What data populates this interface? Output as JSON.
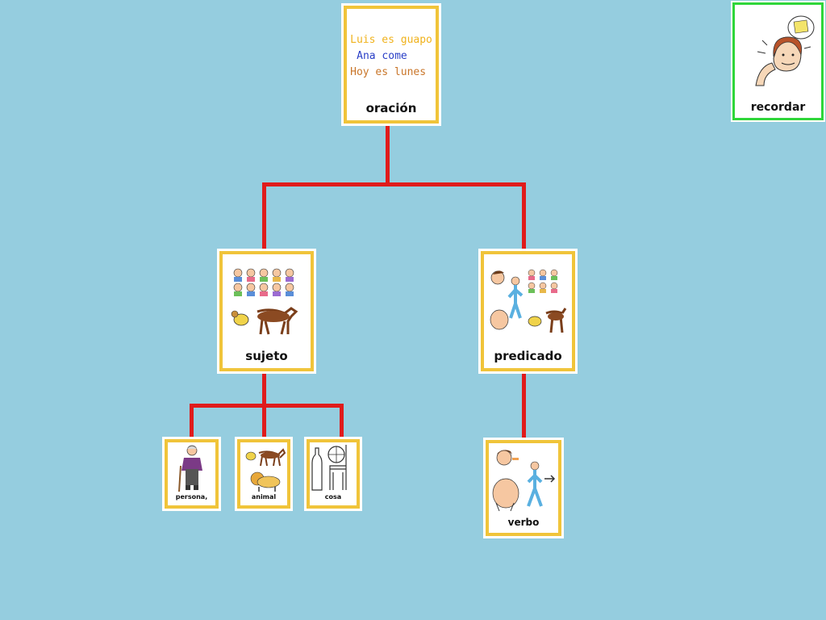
{
  "diagram": {
    "root": {
      "label": "oración",
      "examples": [
        {
          "text": "Luis es guapo",
          "color": "#f0b21c"
        },
        {
          "text": "Ana come",
          "color": "#2a3fc7"
        },
        {
          "text": "Hoy es lunes",
          "color": "#c9762a"
        }
      ]
    },
    "sujeto": {
      "label": "sujeto"
    },
    "predicado": {
      "label": "predicado"
    },
    "persona": {
      "label": "persona,"
    },
    "animal": {
      "label": "animal"
    },
    "cosa": {
      "label": "cosa"
    },
    "verbo": {
      "label": "verbo"
    },
    "connector_color": "#e01b1b",
    "card_border_color": "#f0c43a"
  },
  "recordar_button": {
    "label": "recordar",
    "border_color": "#2fd63a"
  }
}
